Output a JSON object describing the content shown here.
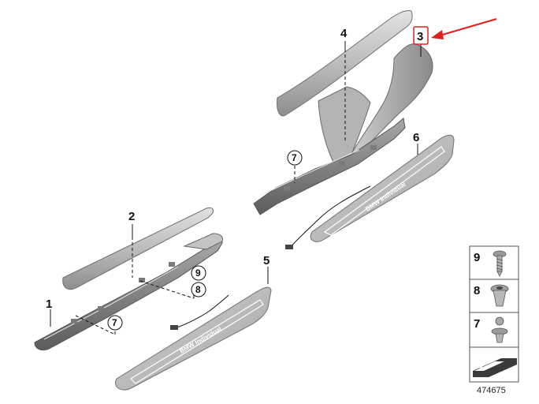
{
  "callouts": {
    "c1": "1",
    "c2": "2",
    "c3": "3",
    "c4": "4",
    "c5": "5",
    "c6": "6",
    "c7a": "7",
    "c7b": "7",
    "c8": "8",
    "c9": "9"
  },
  "embossed_text": {
    "sill_5": "BMW Individual",
    "sill_6": "BMW Individual"
  },
  "fastener_key": {
    "items": [
      {
        "number": "9",
        "icon": "screw-icon"
      },
      {
        "number": "8",
        "icon": "expanding-nut-icon"
      },
      {
        "number": "7",
        "icon": "clip-rivet-icon"
      }
    ],
    "footer_icon": "flat-part-arrow-icon"
  },
  "highlight": {
    "target": "3",
    "color": "#e02020"
  },
  "document_number": "474675"
}
